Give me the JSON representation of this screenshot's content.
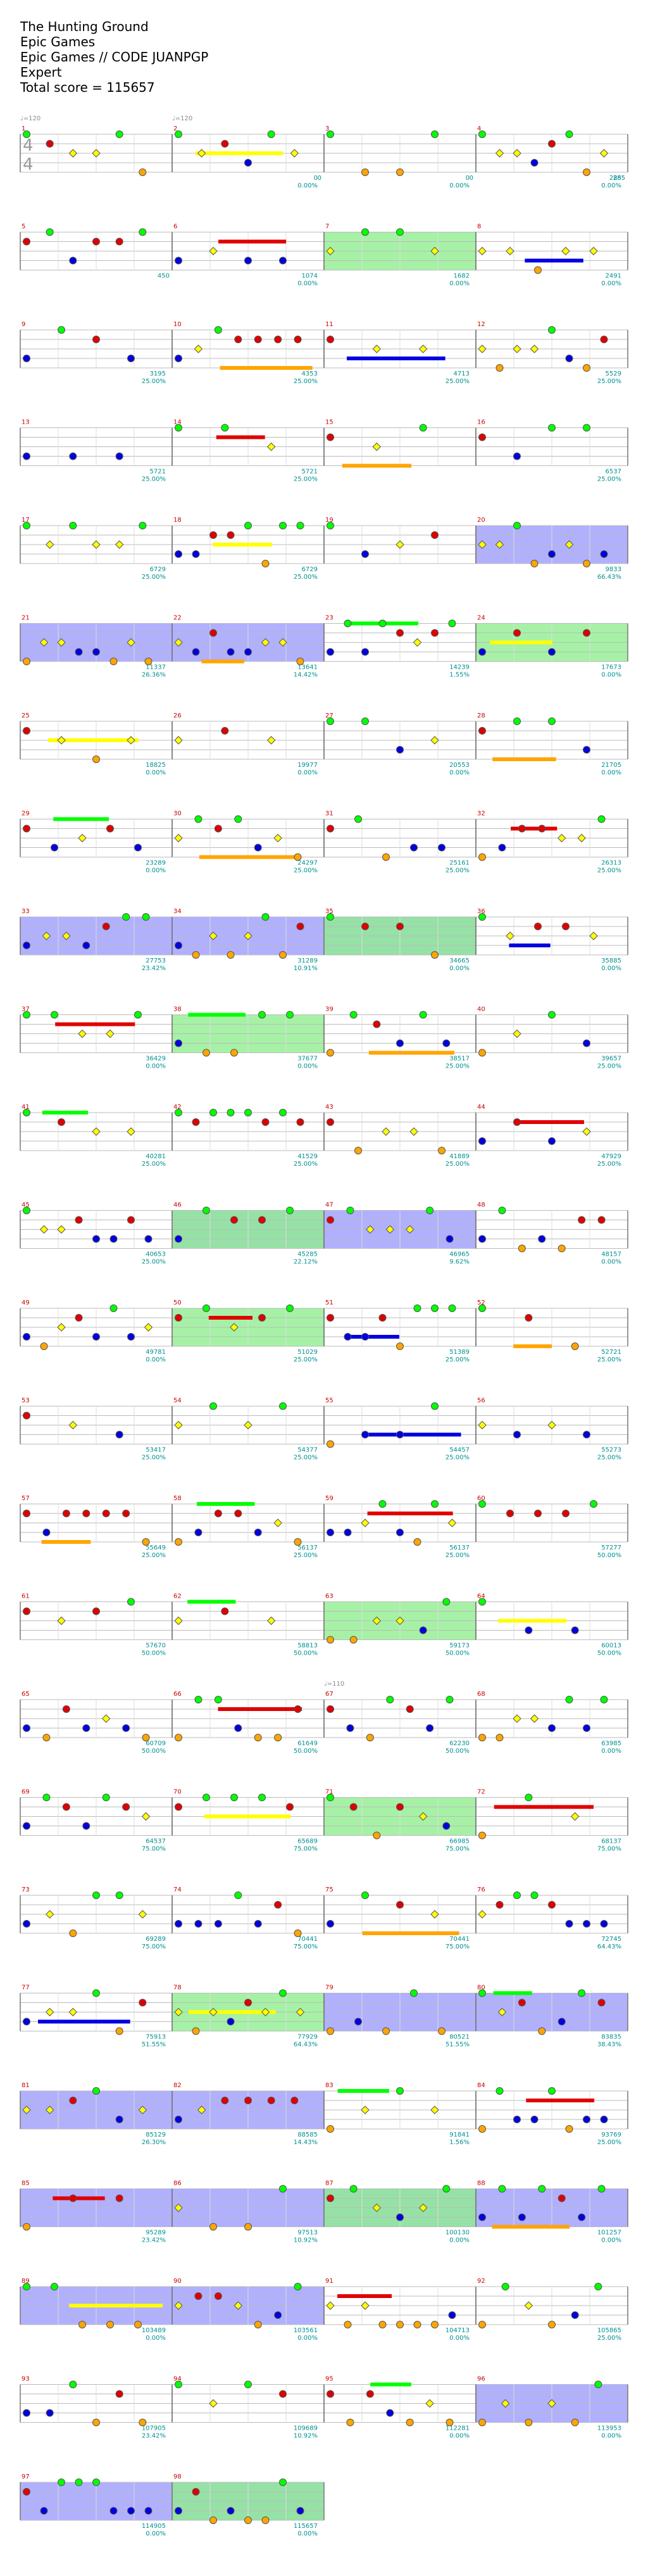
{
  "header": {
    "song_title": "The Hunting Ground",
    "artist": "Epic Games",
    "charter": "Epic Games // CODE JUANPGP",
    "difficulty": "Expert",
    "total_score_label": "Total score = 115657"
  },
  "tempo_labels": [
    "♩=120",
    "♩=120",
    "♩=110"
  ],
  "time_signature": {
    "numerator": "4",
    "denominator": "4"
  },
  "colors": {
    "green": "#00ff00",
    "red": "#e00000",
    "yellow": "#ffff00",
    "blue": "#0000e0",
    "orange": "#ffa500",
    "star_power": "#90ee90",
    "solo": "#7070ff",
    "measure_number": "#cc0000",
    "score_text": "#009090"
  },
  "measures": [
    {
      "n": "1",
      "score": "",
      "pct": "",
      "count": ""
    },
    {
      "n": "2",
      "score": "0",
      "pct": "0.00%",
      "count": "0"
    },
    {
      "n": "3",
      "score": "0",
      "pct": "0.00%",
      "count": "0"
    },
    {
      "n": "4",
      "score": "285",
      "pct": "0.00%",
      "count": "285"
    },
    {
      "n": "5",
      "score": "",
      "pct": "",
      "count": "450"
    },
    {
      "n": "6",
      "score": "1074",
      "pct": "0.00%",
      "count": ""
    },
    {
      "n": "7",
      "score": "1682",
      "pct": "0.00%",
      "count": ""
    },
    {
      "n": "8",
      "score": "2491",
      "pct": "0.00%",
      "count": ""
    },
    {
      "n": "9",
      "score": "3195",
      "pct": "25.00%",
      "count": ""
    },
    {
      "n": "10",
      "score": "4353",
      "pct": "25.00%",
      "count": ""
    },
    {
      "n": "11",
      "score": "4713",
      "pct": "25.00%",
      "count": ""
    },
    {
      "n": "12",
      "score": "5529",
      "pct": "25.00%",
      "count": ""
    },
    {
      "n": "13",
      "score": "5721",
      "pct": "25.00%",
      "count": ""
    },
    {
      "n": "14",
      "score": "5721",
      "pct": "25.00%",
      "count": ""
    },
    {
      "n": "15",
      "score": "",
      "pct": "",
      "count": ""
    },
    {
      "n": "16",
      "score": "6537",
      "pct": "25.00%",
      "count": ""
    },
    {
      "n": "17",
      "score": "6729",
      "pct": "25.00%",
      "count": ""
    },
    {
      "n": "18",
      "score": "6729",
      "pct": "25.00%",
      "count": ""
    },
    {
      "n": "19",
      "score": "",
      "pct": "",
      "count": ""
    },
    {
      "n": "20",
      "score": "9833",
      "pct": "66.43%",
      "count": ""
    },
    {
      "n": "21",
      "score": "11337",
      "pct": "26.36%",
      "count": ""
    },
    {
      "n": "22",
      "score": "13641",
      "pct": "14.42%",
      "count": ""
    },
    {
      "n": "23",
      "score": "14239",
      "pct": "1.55%",
      "count": ""
    },
    {
      "n": "24",
      "score": "17673",
      "pct": "0.00%",
      "count": ""
    },
    {
      "n": "25",
      "score": "18825",
      "pct": "0.00%",
      "count": ""
    },
    {
      "n": "26",
      "score": "19977",
      "pct": "0.00%",
      "count": ""
    },
    {
      "n": "27",
      "score": "20553",
      "pct": "0.00%",
      "count": ""
    },
    {
      "n": "28",
      "score": "21705",
      "pct": "0.00%",
      "count": ""
    },
    {
      "n": "29",
      "score": "23289",
      "pct": "0.00%",
      "count": ""
    },
    {
      "n": "30",
      "score": "24297",
      "pct": "25.00%",
      "count": ""
    },
    {
      "n": "31",
      "score": "25161",
      "pct": "25.00%",
      "count": ""
    },
    {
      "n": "32",
      "score": "26313",
      "pct": "25.00%",
      "count": ""
    },
    {
      "n": "33",
      "score": "27753",
      "pct": "23.42%",
      "count": ""
    },
    {
      "n": "34",
      "score": "31289",
      "pct": "10.91%",
      "count": ""
    },
    {
      "n": "35",
      "score": "34665",
      "pct": "0.00%",
      "count": ""
    },
    {
      "n": "36",
      "score": "35885",
      "pct": "0.00%",
      "count": ""
    },
    {
      "n": "37",
      "score": "36429",
      "pct": "0.00%",
      "count": ""
    },
    {
      "n": "38",
      "score": "37677",
      "pct": "0.00%",
      "count": ""
    },
    {
      "n": "39",
      "score": "38517",
      "pct": "25.00%",
      "count": ""
    },
    {
      "n": "40",
      "score": "39657",
      "pct": "25.00%",
      "count": ""
    },
    {
      "n": "41",
      "score": "40281",
      "pct": "25.00%",
      "count": ""
    },
    {
      "n": "42",
      "score": "41529",
      "pct": "25.00%",
      "count": ""
    },
    {
      "n": "43",
      "score": "41889",
      "pct": "25.00%",
      "count": ""
    },
    {
      "n": "44",
      "score": "47929",
      "pct": "25.00%",
      "count": ""
    },
    {
      "n": "45",
      "score": "40653",
      "pct": "25.00%",
      "count": ""
    },
    {
      "n": "46",
      "score": "45285",
      "pct": "22.12%",
      "count": ""
    },
    {
      "n": "47",
      "score": "46965",
      "pct": "9.62%",
      "count": ""
    },
    {
      "n": "48",
      "score": "48157",
      "pct": "0.00%",
      "count": ""
    },
    {
      "n": "49",
      "score": "49781",
      "pct": "0.00%",
      "count": ""
    },
    {
      "n": "50",
      "score": "51029",
      "pct": "25.00%",
      "count": ""
    },
    {
      "n": "51",
      "score": "51389",
      "pct": "25.00%",
      "count": ""
    },
    {
      "n": "52",
      "score": "52721",
      "pct": "25.00%",
      "count": ""
    },
    {
      "n": "53",
      "score": "53417",
      "pct": "25.00%",
      "count": ""
    },
    {
      "n": "54",
      "score": "54377",
      "pct": "25.00%",
      "count": ""
    },
    {
      "n": "55",
      "score": "54457",
      "pct": "25.00%",
      "count": ""
    },
    {
      "n": "56",
      "score": "55273",
      "pct": "25.00%",
      "count": ""
    },
    {
      "n": "57",
      "score": "55649",
      "pct": "25.00%",
      "count": ""
    },
    {
      "n": "58",
      "score": "56137",
      "pct": "25.00%",
      "count": ""
    },
    {
      "n": "59",
      "score": "56137",
      "pct": "25.00%",
      "count": ""
    },
    {
      "n": "60",
      "score": "57277",
      "pct": "50.00%",
      "count": ""
    },
    {
      "n": "61",
      "score": "57670",
      "pct": "50.00%",
      "count": ""
    },
    {
      "n": "62",
      "score": "58813",
      "pct": "50.00%",
      "count": ""
    },
    {
      "n": "63",
      "score": "59173",
      "pct": "50.00%",
      "count": ""
    },
    {
      "n": "64",
      "score": "60013",
      "pct": "50.00%",
      "count": ""
    },
    {
      "n": "65",
      "score": "60709",
      "pct": "50.00%",
      "count": ""
    },
    {
      "n": "66",
      "score": "61649",
      "pct": "50.00%",
      "count": ""
    },
    {
      "n": "67",
      "score": "62230",
      "pct": "50.00%",
      "count": ""
    },
    {
      "n": "68",
      "score": "63985",
      "pct": "0.00%",
      "count": ""
    },
    {
      "n": "69",
      "score": "64537",
      "pct": "75.00%",
      "count": ""
    },
    {
      "n": "70",
      "score": "65689",
      "pct": "75.00%",
      "count": ""
    },
    {
      "n": "71",
      "score": "66985",
      "pct": "75.00%",
      "count": ""
    },
    {
      "n": "72",
      "score": "68137",
      "pct": "75.00%",
      "count": ""
    },
    {
      "n": "73",
      "score": "69289",
      "pct": "75.00%",
      "count": ""
    },
    {
      "n": "74",
      "score": "70441",
      "pct": "75.00%",
      "count": ""
    },
    {
      "n": "75",
      "score": "70441",
      "pct": "75.00%",
      "count": ""
    },
    {
      "n": "76",
      "score": "72745",
      "pct": "64.43%",
      "count": ""
    },
    {
      "n": "77",
      "score": "75913",
      "pct": "51.55%",
      "count": ""
    },
    {
      "n": "78",
      "score": "77929",
      "pct": "64.43%",
      "count": ""
    },
    {
      "n": "79",
      "score": "80521",
      "pct": "51.55%",
      "count": ""
    },
    {
      "n": "80",
      "score": "83835",
      "pct": "38.43%",
      "count": ""
    },
    {
      "n": "81",
      "score": "85129",
      "pct": "26.30%",
      "count": ""
    },
    {
      "n": "82",
      "score": "88585",
      "pct": "14.43%",
      "count": ""
    },
    {
      "n": "83",
      "score": "91841",
      "pct": "1.56%",
      "count": ""
    },
    {
      "n": "84",
      "score": "93769",
      "pct": "25.00%",
      "count": ""
    },
    {
      "n": "85",
      "score": "95289",
      "pct": "23.42%",
      "count": ""
    },
    {
      "n": "86",
      "score": "97513",
      "pct": "10.92%",
      "count": ""
    },
    {
      "n": "87",
      "score": "100130",
      "pct": "0.00%",
      "count": ""
    },
    {
      "n": "88",
      "score": "101257",
      "pct": "0.00%",
      "count": ""
    },
    {
      "n": "89",
      "score": "103489",
      "pct": "0.00%",
      "count": ""
    },
    {
      "n": "90",
      "score": "103561",
      "pct": "0.00%",
      "count": ""
    },
    {
      "n": "91",
      "score": "104713",
      "pct": "0.00%",
      "count": ""
    },
    {
      "n": "92",
      "score": "105865",
      "pct": "25.00%",
      "count": ""
    },
    {
      "n": "93",
      "score": "107905",
      "pct": "23.42%",
      "count": ""
    },
    {
      "n": "94",
      "score": "109689",
      "pct": "10.92%",
      "count": ""
    },
    {
      "n": "95",
      "score": "112281",
      "pct": "0.00%",
      "count": ""
    },
    {
      "n": "96",
      "score": "113953",
      "pct": "0.00%",
      "count": ""
    },
    {
      "n": "97",
      "score": "114905",
      "pct": "0.00%",
      "count": ""
    },
    {
      "n": "98",
      "score": "115657",
      "pct": "0.00%",
      "count": ""
    }
  ]
}
